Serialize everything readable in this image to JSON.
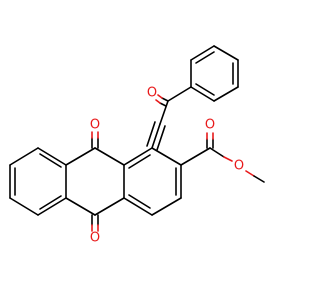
{
  "molecule": {
    "atoms": {
      "o_benzoyl": {
        "label": "O"
      },
      "o_quinone_top": {
        "label": "O"
      },
      "o_quinone_bottom": {
        "label": "O"
      },
      "o_ester_carbonyl": {
        "label": "O"
      },
      "o_ester_ether": {
        "label": "O"
      }
    }
  },
  "colors": {
    "bond": "#000000",
    "oxygen": "#e8191a",
    "background": "#ffffff"
  }
}
